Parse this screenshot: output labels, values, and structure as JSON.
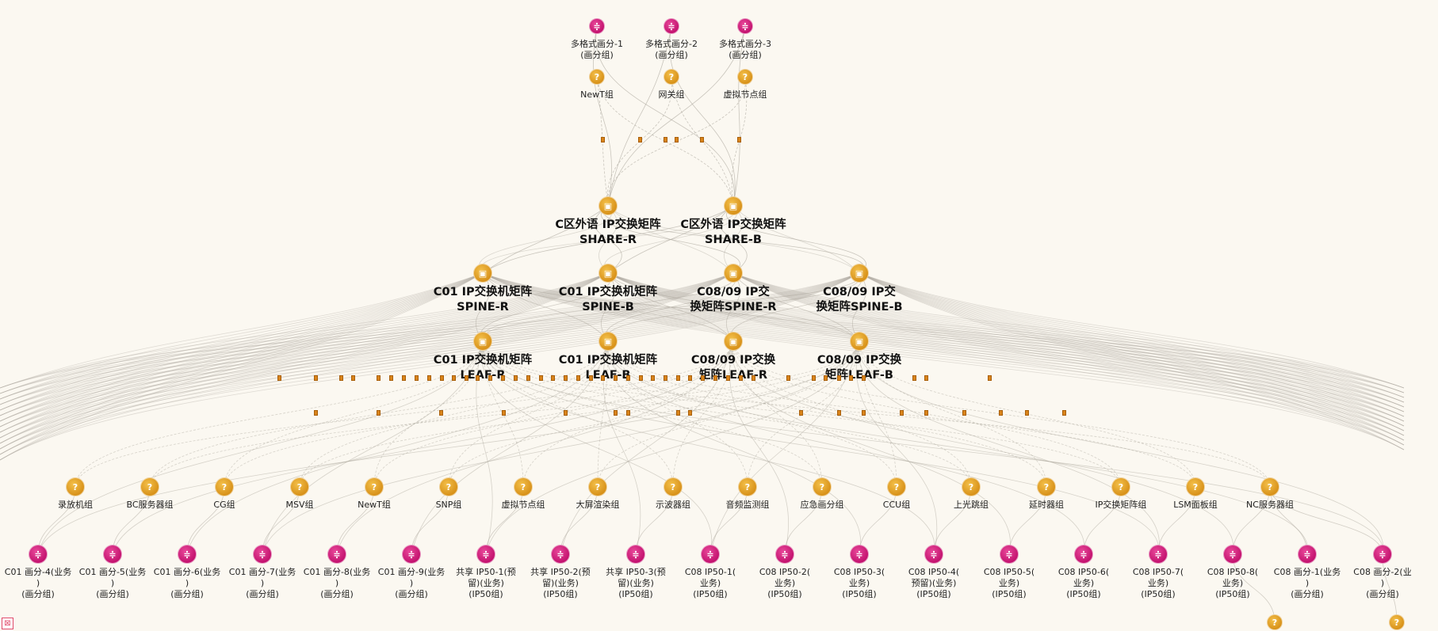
{
  "top_splits": [
    {
      "label": "多格式画分-1\n(画分组)"
    },
    {
      "label": "多格式画分-2\n(画分组)"
    },
    {
      "label": "多格式画分-3\n(画分组)"
    }
  ],
  "top_groups": [
    {
      "label": "NewT组"
    },
    {
      "label": "网关组"
    },
    {
      "label": "虚拟节点组"
    }
  ],
  "share_switches": [
    {
      "label": "C区外语 IP交换矩阵\nSHARE-R"
    },
    {
      "label": "C区外语 IP交换矩阵\nSHARE-B"
    }
  ],
  "spine_switches": [
    {
      "label": "C01 IP交换机矩阵\nSPINE-R"
    },
    {
      "label": "C01 IP交换机矩阵\nSPINE-B"
    },
    {
      "label": "C08/09  IP交\n换矩阵SPINE-R"
    },
    {
      "label": "C08/09  IP交\n换矩阵SPINE-B"
    }
  ],
  "leaf_switches": [
    {
      "label": "C01 IP交换机矩阵\nLEAF-R"
    },
    {
      "label": "C01 IP交换机矩阵\nLEAF-B"
    },
    {
      "label": "C08/09 IP交换\n矩阵LEAF-R"
    },
    {
      "label": "C08/09 IP交换\n矩阵LEAF-B"
    }
  ],
  "groups": [
    {
      "label": "录放机组"
    },
    {
      "label": "BC服务器组"
    },
    {
      "label": "CG组"
    },
    {
      "label": "MSV组"
    },
    {
      "label": "NewT组"
    },
    {
      "label": "SNP组"
    },
    {
      "label": "虚拟节点组"
    },
    {
      "label": "大屏渲染组"
    },
    {
      "label": "示波器组"
    },
    {
      "label": "音频监测组"
    },
    {
      "label": "应急画分组"
    },
    {
      "label": "CCU组"
    },
    {
      "label": "上光跳组"
    },
    {
      "label": "延时器组"
    },
    {
      "label": "IP交换矩阵组"
    },
    {
      "label": "LSM面板组"
    },
    {
      "label": "NC服务器组"
    }
  ],
  "splits": [
    {
      "label": "C01 画分-4(业务\n)\n(画分组)"
    },
    {
      "label": "C01 画分-5(业务\n)\n(画分组)"
    },
    {
      "label": "C01 画分-6(业务\n)\n(画分组)"
    },
    {
      "label": "C01 画分-7(业务\n)\n(画分组)"
    },
    {
      "label": "C01 画分-8(业务\n)\n(画分组)"
    },
    {
      "label": "C01 画分-9(业务\n)\n(画分组)"
    },
    {
      "label": "共享 IP50-1(预\n留)(业务)\n(IP50组)"
    },
    {
      "label": "共享 IP50-2(预\n留)(业务)\n(IP50组)"
    },
    {
      "label": "共享 IP50-3(预\n留)(业务)\n(IP50组)"
    },
    {
      "label": "C08 IP50-1(\n业务)\n(IP50组)"
    },
    {
      "label": "C08 IP50-2(\n业务)\n(IP50组)"
    },
    {
      "label": "C08 IP50-3(\n业务)\n(IP50组)"
    },
    {
      "label": "C08 IP50-4(\n预留)(业务)\n(IP50组)"
    },
    {
      "label": "C08 IP50-5(\n业务)\n(IP50组)"
    },
    {
      "label": "C08 IP50-6(\n业务)\n(IP50组)"
    },
    {
      "label": "C08 IP50-7(\n业务)\n(IP50组)"
    },
    {
      "label": "C08 IP50-8(\n业务)\n(IP50组)"
    },
    {
      "label": "C08 画分-1(业务\n)\n(画分组)"
    },
    {
      "label": "C08 画分-2(业\n)\n(画分组)"
    }
  ],
  "icons": {
    "split": "sliders-icon",
    "group": "group-icon",
    "switch": "switch-icon"
  },
  "colors": {
    "group": "#d8921a",
    "split": "#c4136f",
    "edge": "#a9a49a",
    "marker": "#d9841a"
  }
}
